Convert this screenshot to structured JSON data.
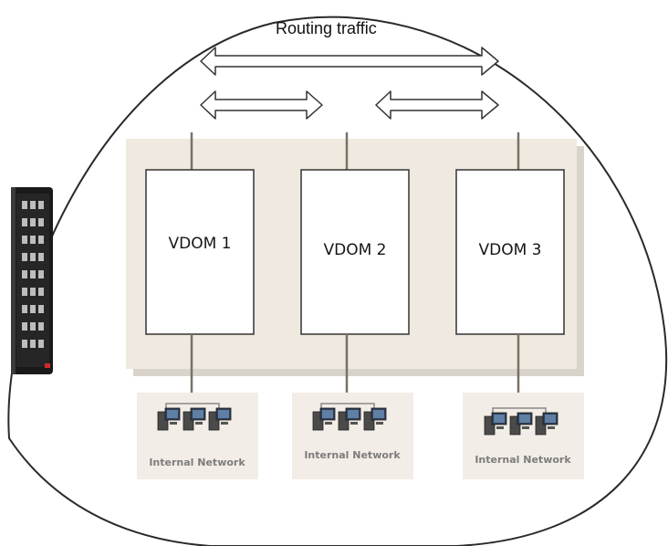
{
  "diagram": {
    "title": "Routing traffic",
    "vdoms": [
      {
        "label": "VDOM 1",
        "network_label": "Internal Network"
      },
      {
        "label": "VDOM 2",
        "network_label": "Internal Network"
      },
      {
        "label": "VDOM 3",
        "network_label": "Internal Network"
      }
    ],
    "icons": {
      "device": "firewall-appliance-icon",
      "computer": "computer-icon",
      "arrow": "double-arrow-icon"
    },
    "colors": {
      "boundary": "#2a2a2a",
      "vdom_panel": "#efe9df",
      "vdom_panel_shadow": "#d9d4cb",
      "vdom_box_fill": "#ffffff",
      "vdom_box_stroke": "#333333",
      "connector": "#7a7165",
      "network_tile": "#f2ede6",
      "network_text": "#7d7d7d",
      "arrow_fill": "#ffffff",
      "arrow_stroke": "#333333",
      "device_body": "#1a1a1a",
      "device_accent": "#cf2a2a"
    }
  }
}
